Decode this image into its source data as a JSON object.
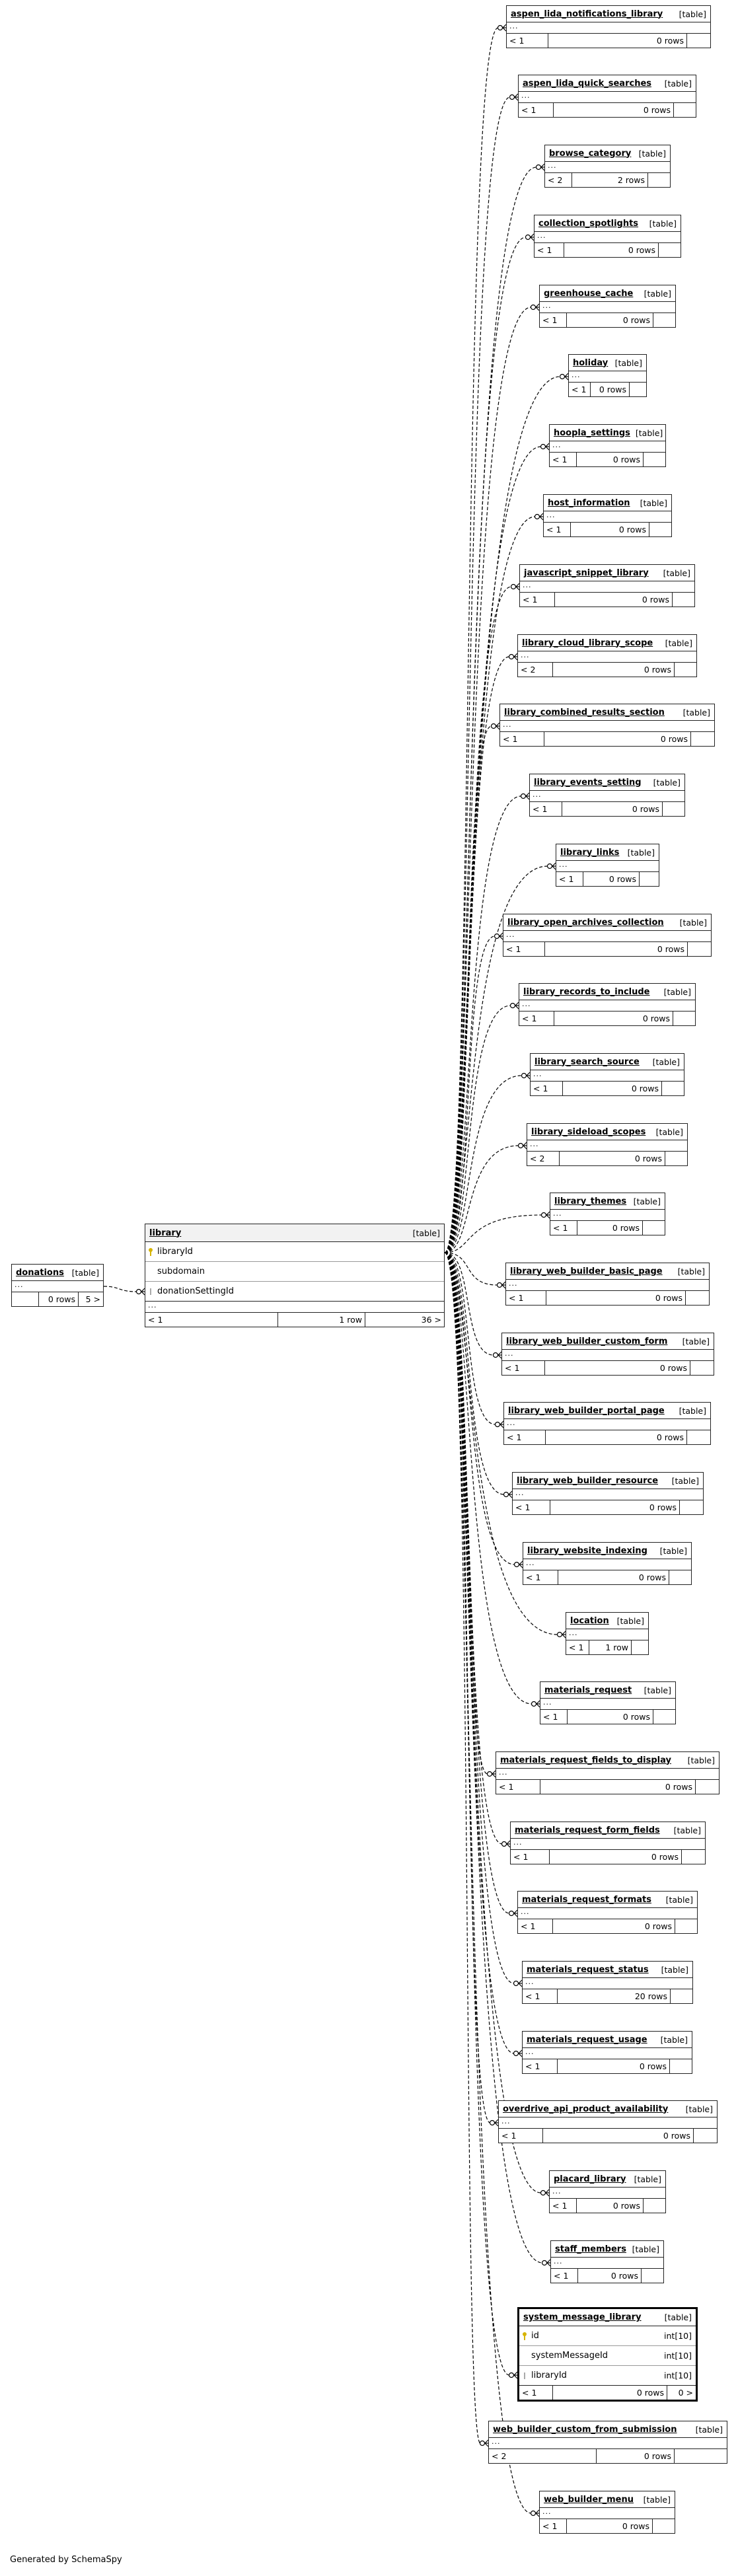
{
  "footer": {
    "generated_by": "Generated by SchemaSpy"
  },
  "entities": {
    "donations": {
      "name": "donations",
      "kind": "[table]",
      "dots": "...",
      "parents": "",
      "rows": "0 rows",
      "children": "5 >"
    },
    "library": {
      "name": "library",
      "kind": "[table]",
      "columns": [
        {
          "name": "libraryId",
          "type": "",
          "icon": "key"
        },
        {
          "name": "subdomain",
          "type": "",
          "icon": "none"
        },
        {
          "name": "donationSettingId",
          "type": "",
          "icon": "fk"
        }
      ],
      "dots": "...",
      "parents": "< 1",
      "rows": "1 row",
      "children": "36 >"
    },
    "t1": {
      "name": "aspen_lida_notifications_library",
      "kind": "[table]",
      "dots": "...",
      "parents": "< 1",
      "rows": "0 rows"
    },
    "t2": {
      "name": "aspen_lida_quick_searches",
      "kind": "[table]",
      "dots": "...",
      "parents": "< 1",
      "rows": "0 rows"
    },
    "t3": {
      "name": "browse_category",
      "kind": "[table]",
      "dots": "...",
      "parents": "< 2",
      "rows": "2 rows"
    },
    "t4": {
      "name": "collection_spotlights",
      "kind": "[table]",
      "dots": "...",
      "parents": "< 1",
      "rows": "0 rows"
    },
    "t5": {
      "name": "greenhouse_cache",
      "kind": "[table]",
      "dots": "...",
      "parents": "< 1",
      "rows": "0 rows"
    },
    "t6": {
      "name": "holiday",
      "kind": "[table]",
      "dots": "...",
      "parents": "< 1",
      "rows": "0 rows"
    },
    "t7": {
      "name": "hoopla_settings",
      "kind": "[table]",
      "dots": "...",
      "parents": "< 1",
      "rows": "0 rows"
    },
    "t8": {
      "name": "host_information",
      "kind": "[table]",
      "dots": "...",
      "parents": "< 1",
      "rows": "0 rows"
    },
    "t9": {
      "name": "javascript_snippet_library",
      "kind": "[table]",
      "dots": "...",
      "parents": "< 1",
      "rows": "0 rows"
    },
    "t10": {
      "name": "library_cloud_library_scope",
      "kind": "[table]",
      "dots": "...",
      "parents": "< 2",
      "rows": "0 rows"
    },
    "t11": {
      "name": "library_combined_results_section",
      "kind": "[table]",
      "dots": "...",
      "parents": "< 1",
      "rows": "0 rows"
    },
    "t12": {
      "name": "library_events_setting",
      "kind": "[table]",
      "dots": "...",
      "parents": "< 1",
      "rows": "0 rows"
    },
    "t13": {
      "name": "library_links",
      "kind": "[table]",
      "dots": "...",
      "parents": "< 1",
      "rows": "0 rows"
    },
    "t14": {
      "name": "library_open_archives_collection",
      "kind": "[table]",
      "dots": "...",
      "parents": "< 1",
      "rows": "0 rows"
    },
    "t15": {
      "name": "library_records_to_include",
      "kind": "[table]",
      "dots": "...",
      "parents": "< 1",
      "rows": "0 rows"
    },
    "t16": {
      "name": "library_search_source",
      "kind": "[table]",
      "dots": "...",
      "parents": "< 1",
      "rows": "0 rows"
    },
    "t17": {
      "name": "library_sideload_scopes",
      "kind": "[table]",
      "dots": "...",
      "parents": "< 2",
      "rows": "0 rows"
    },
    "t18": {
      "name": "library_themes",
      "kind": "[table]",
      "dots": "...",
      "parents": "< 1",
      "rows": "0 rows"
    },
    "t19": {
      "name": "library_web_builder_basic_page",
      "kind": "[table]",
      "dots": "...",
      "parents": "< 1",
      "rows": "0 rows"
    },
    "t20": {
      "name": "library_web_builder_custom_form",
      "kind": "[table]",
      "dots": "...",
      "parents": "< 1",
      "rows": "0 rows"
    },
    "t21": {
      "name": "library_web_builder_portal_page",
      "kind": "[table]",
      "dots": "...",
      "parents": "< 1",
      "rows": "0 rows"
    },
    "t22": {
      "name": "library_web_builder_resource",
      "kind": "[table]",
      "dots": "...",
      "parents": "< 1",
      "rows": "0 rows"
    },
    "t23": {
      "name": "library_website_indexing",
      "kind": "[table]",
      "dots": "...",
      "parents": "< 1",
      "rows": "0 rows"
    },
    "t24": {
      "name": "location",
      "kind": "[table]",
      "dots": "...",
      "parents": "< 1",
      "rows": "1 row"
    },
    "t25": {
      "name": "materials_request",
      "kind": "[table]",
      "dots": "...",
      "parents": "< 1",
      "rows": "0 rows"
    },
    "t26": {
      "name": "materials_request_fields_to_display",
      "kind": "[table]",
      "dots": "...",
      "parents": "< 1",
      "rows": "0 rows"
    },
    "t27": {
      "name": "materials_request_form_fields",
      "kind": "[table]",
      "dots": "...",
      "parents": "< 1",
      "rows": "0 rows"
    },
    "t28": {
      "name": "materials_request_formats",
      "kind": "[table]",
      "dots": "...",
      "parents": "< 1",
      "rows": "0 rows"
    },
    "t29": {
      "name": "materials_request_status",
      "kind": "[table]",
      "dots": "...",
      "parents": "< 1",
      "rows": "20 rows"
    },
    "t30": {
      "name": "materials_request_usage",
      "kind": "[table]",
      "dots": "...",
      "parents": "< 1",
      "rows": "0 rows"
    },
    "t31": {
      "name": "overdrive_api_product_availability",
      "kind": "[table]",
      "dots": "...",
      "parents": "< 1",
      "rows": "0 rows"
    },
    "t32": {
      "name": "placard_library",
      "kind": "[table]",
      "dots": "...",
      "parents": "< 1",
      "rows": "0 rows"
    },
    "t33": {
      "name": "staff_members",
      "kind": "[table]",
      "dots": "...",
      "parents": "< 1",
      "rows": "0 rows"
    },
    "t34": {
      "name": "system_message_library",
      "kind": "[table]",
      "columns": [
        {
          "name": "id",
          "type": "int[10]",
          "icon": "key"
        },
        {
          "name": "systemMessageId",
          "type": "int[10]",
          "icon": "none"
        },
        {
          "name": "libraryId",
          "type": "int[10]",
          "icon": "fk"
        }
      ],
      "parents": "< 1",
      "rows": "0 rows",
      "children": "0 >"
    },
    "t35": {
      "name": "web_builder_custom_from_submission",
      "kind": "[table]",
      "dots": "...",
      "parents": "< 2",
      "rows": "0 rows"
    },
    "t36": {
      "name": "web_builder_menu",
      "kind": "[table]",
      "dots": "...",
      "parents": "< 1",
      "rows": "0 rows"
    }
  }
}
